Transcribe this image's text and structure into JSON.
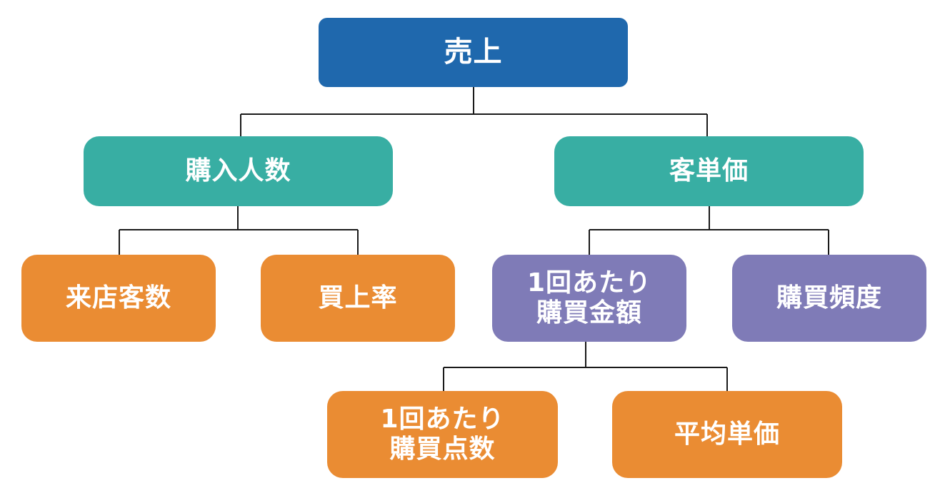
{
  "colors": {
    "root": "#1f68ad",
    "teal": "#38ae a3",
    "orange": "#ea8c33",
    "purple": "#7f7bb7",
    "line": "#1a1a1a"
  },
  "nodes": {
    "sales": {
      "lines": [
        "売上"
      ]
    },
    "buyers": {
      "lines": [
        "購入人数"
      ]
    },
    "unit_price": {
      "lines": [
        "客単価"
      ]
    },
    "visitors": {
      "lines": [
        "来店客数"
      ]
    },
    "conversion_rate": {
      "lines": [
        "買上率"
      ]
    },
    "spend_per_purchase": {
      "lines": [
        "1回あたり",
        "購買金額"
      ]
    },
    "purchase_frequency": {
      "lines": [
        "購買頻度"
      ]
    },
    "items_per_purchase": {
      "lines": [
        "1回あたり",
        "購買点数"
      ]
    },
    "average_item_price": {
      "lines": [
        "平均単価"
      ]
    }
  }
}
